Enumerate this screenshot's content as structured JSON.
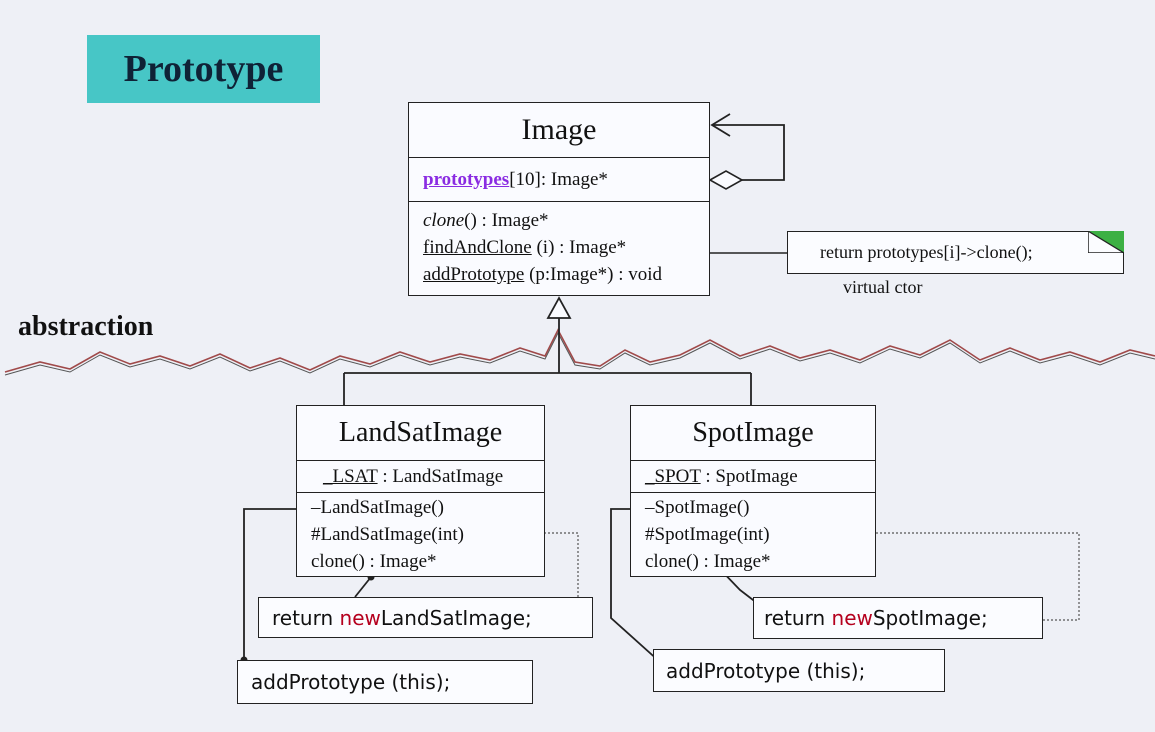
{
  "title": "Prototype",
  "abstraction_label": "abstraction",
  "image_class": {
    "name": "Image",
    "attr_name": "prototypes",
    "attr_rest": "[10]: Image*",
    "op1_name": "clone",
    "op1_rest": "() : Image*",
    "op2_name": "findAndClone",
    "op2_rest": " (i) : Image*",
    "op3_name": "addPrototype",
    "op3_rest": " (p:Image*) : void"
  },
  "note": {
    "text": "return prototypes[i]->clone();",
    "caption": "virtual ctor"
  },
  "landsat_class": {
    "name": "LandSatImage",
    "attr_name": "_LSAT",
    "attr_rest": " : LandSatImage",
    "op1": "–LandSatImage()",
    "op2": "#LandSatImage(int)",
    "op3": "clone() : Image*"
  },
  "spot_class": {
    "name": "SpotImage",
    "attr_name": "_SPOT",
    "attr_rest": " : SpotImage",
    "op1": "–SpotImage()",
    "op2": "#SpotImage(int)",
    "op3": "clone() : Image*"
  },
  "code": {
    "landsat_return_pre": "return ",
    "landsat_return_kw": "new",
    "landsat_return_post": " LandSatImage;",
    "spot_return_pre": "return ",
    "spot_return_kw": "new",
    "spot_return_post": " SpotImage;",
    "landsat_add": "addPrototype (this);",
    "spot_add": "addPrototype (this);"
  },
  "colors": {
    "title_bg": "#47c6c6",
    "wave_line": "#a04a4a",
    "note_corner": "#3cb043",
    "keyword": "#b5001e",
    "prototypes_link": "#8a2be2"
  }
}
